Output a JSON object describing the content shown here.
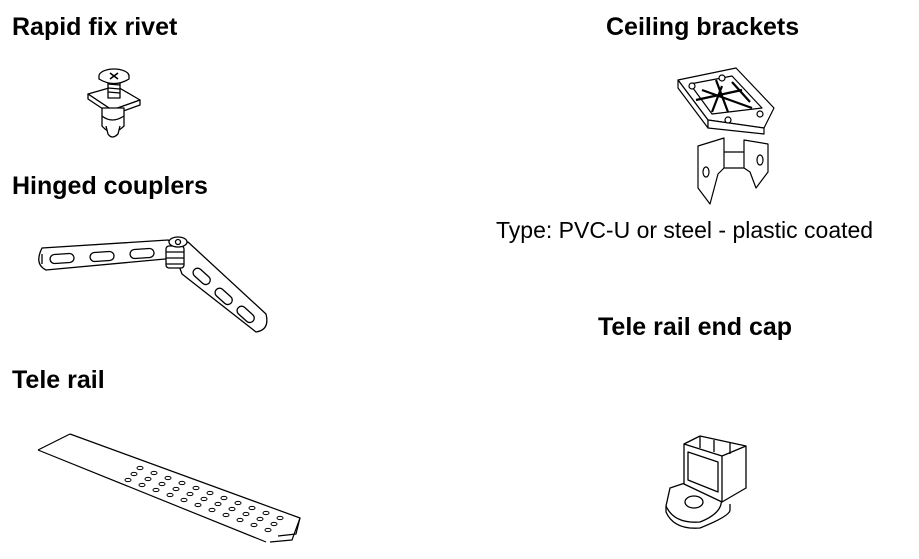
{
  "items": {
    "rapid_fix_rivet": {
      "title": "Rapid fix rivet",
      "icon": "rivet-icon"
    },
    "hinged_couplers": {
      "title": "Hinged couplers",
      "icon": "hinged-coupler-icon"
    },
    "tele_rail": {
      "title": "Tele rail",
      "icon": "tele-rail-icon"
    },
    "ceiling_brackets": {
      "title": "Ceiling brackets",
      "icon": "ceiling-bracket-icon",
      "type_note": "Type: PVC-U or steel - plastic coated"
    },
    "tele_rail_end_cap": {
      "title": "Tele rail end cap",
      "icon": "end-cap-icon"
    }
  }
}
